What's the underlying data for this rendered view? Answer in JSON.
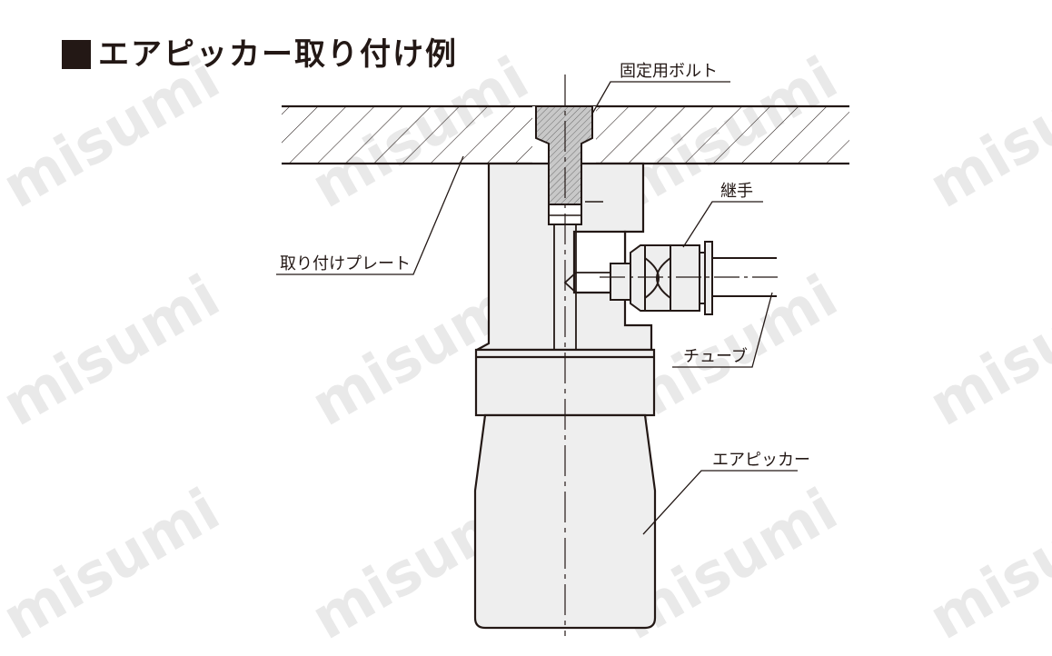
{
  "title": "エアピッカー取り付け例",
  "watermark": "misumi",
  "labels": {
    "bolt": "固定用ボルト",
    "fitting": "継手",
    "plate": "取り付けプレート",
    "tube": "チューブ",
    "picker": "エアピッカー"
  },
  "colors": {
    "line": "#231815",
    "body_fill": "#eeeeee",
    "bolt_fill": "#c8c8c8",
    "watermark": "#e9e9e9"
  }
}
